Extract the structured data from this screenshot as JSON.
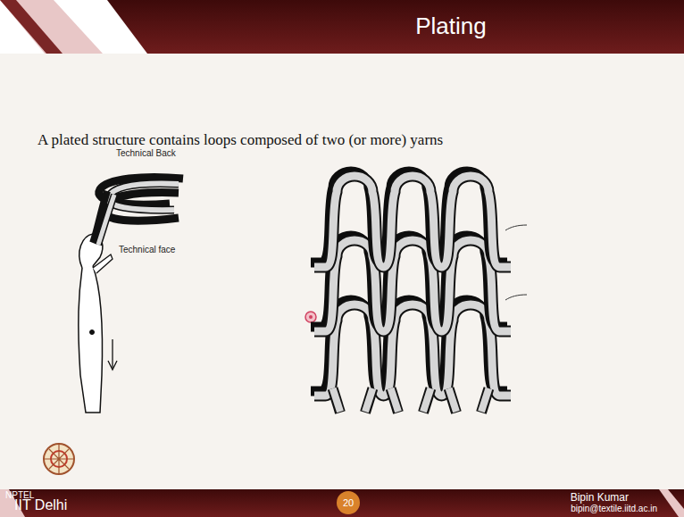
{
  "diagram": {
    "title": "Plating",
    "nodes": [
      {
        "text": [
          "20"
        ]
      }
    ],
    "labels": [
      "A plated structure contains loops composed of two (or more) yarns",
      "Technical Back",
      "Technical face",
      "NPTEL",
      "IIT Delhi",
      "Bipin Kumar",
      "bipin@textile.iitd.ac.in"
    ]
  }
}
